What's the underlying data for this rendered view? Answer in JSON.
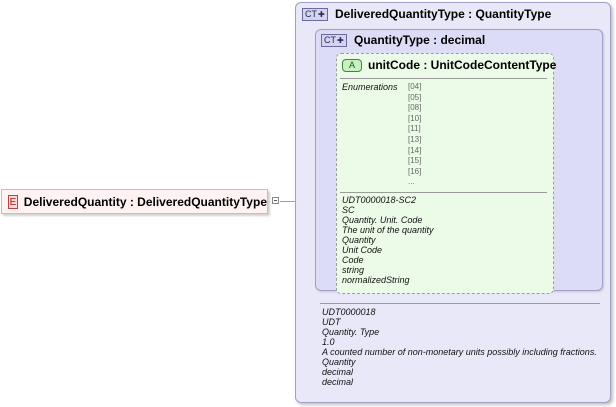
{
  "element": {
    "badge": "E",
    "name": "DeliveredQuantity",
    "type_sep": " : ",
    "type": "DeliveredQuantityType"
  },
  "outer_type": {
    "badge": "CT",
    "name": "DeliveredQuantityType",
    "type_sep": " : ",
    "base": "QuantityType",
    "doc": [
      "UDT0000018",
      "UDT",
      "Quantity. Type",
      "1.0",
      "A counted number of non-monetary units possibly including fractions.",
      "Quantity",
      "decimal",
      "decimal"
    ]
  },
  "inner_type": {
    "badge": "CT",
    "name": "QuantityType",
    "type_sep": " : ",
    "base": "decimal"
  },
  "attribute": {
    "badge": "A",
    "name": "unitCode",
    "type_sep": " : ",
    "type": "UnitCodeContentType",
    "enum_label": "Enumerations",
    "enums": [
      "[04]",
      "[05]",
      "[08]",
      "[10]",
      "[11]",
      "[13]",
      "[14]",
      "[15]",
      "[16]",
      "..."
    ],
    "doc": [
      "UDT0000018-SC2",
      "SC",
      "Quantity. Unit. Code",
      "The unit of the quantity",
      "Quantity",
      "Unit Code",
      "Code",
      "string",
      "normalizedString"
    ]
  },
  "colors": {
    "element_bg": "#fff2f2",
    "complex_type_bg": "#e8e8f8",
    "attribute_bg": "#ecfbe8"
  }
}
